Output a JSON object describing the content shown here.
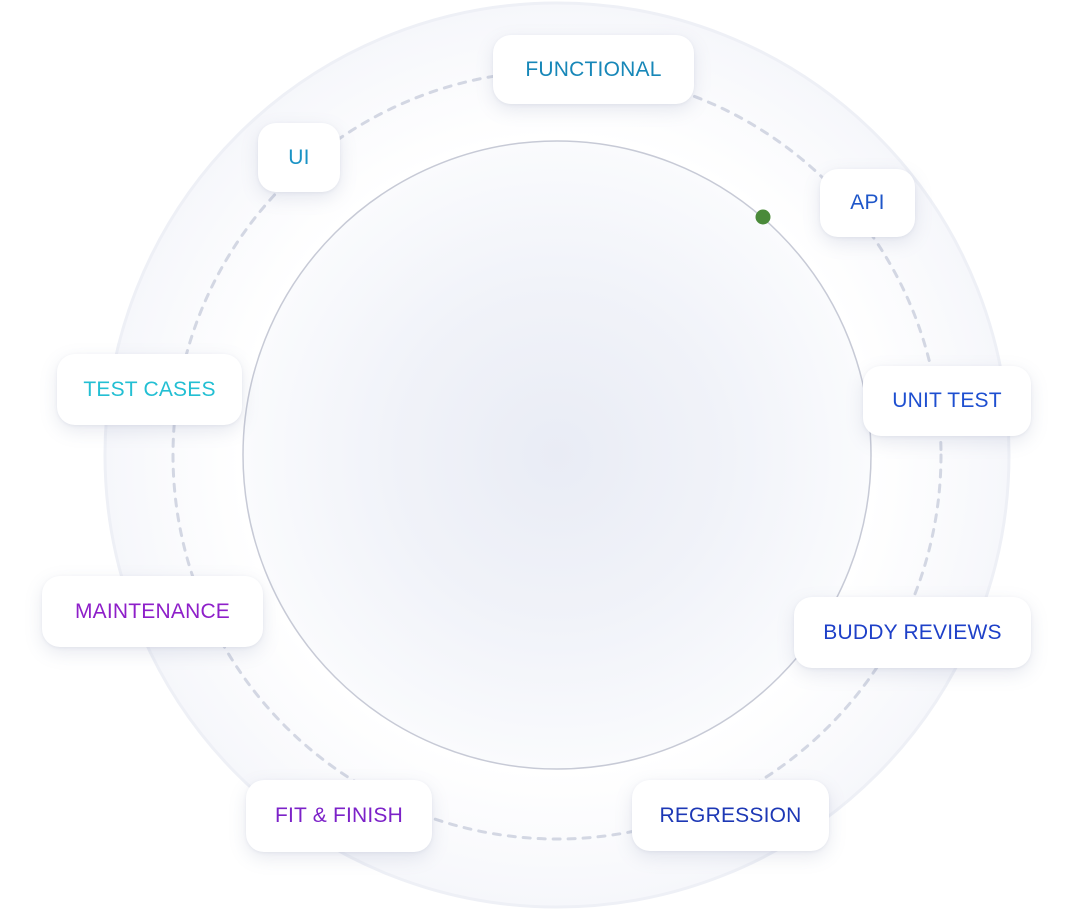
{
  "cycle": {
    "stages": [
      {
        "label": "FUNCTIONAL",
        "color": "#1787b8"
      },
      {
        "label": "API",
        "color": "#1e56c9"
      },
      {
        "label": "UNIT TEST",
        "color": "#1e4fd0"
      },
      {
        "label": "BUDDY REVIEWS",
        "color": "#1e40c8"
      },
      {
        "label": "REGRESSION",
        "color": "#1d38b5"
      },
      {
        "label": "FIT & FINISH",
        "color": "#7c22c8"
      },
      {
        "label": "MAINTENANCE",
        "color": "#8e1fc9"
      },
      {
        "label": "TEST CASES",
        "color": "#23bfd3"
      },
      {
        "label": "UI",
        "color": "#1a93c5"
      }
    ],
    "indicator_color": "#4a8a3a"
  }
}
